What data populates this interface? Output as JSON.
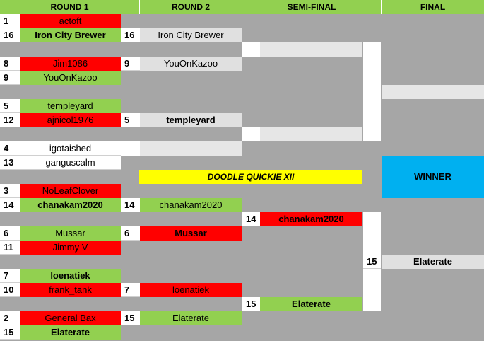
{
  "headers": {
    "round1": "ROUND 1",
    "round2": "ROUND 2",
    "semi": "SEMI-FINAL",
    "final": "FINAL"
  },
  "round1": [
    {
      "seed": "1",
      "name": "actoft"
    },
    {
      "seed": "16",
      "name": "Iron City Brewer"
    },
    {
      "seed": "8",
      "name": "Jim1086"
    },
    {
      "seed": "9",
      "name": "YouOnKazoo"
    },
    {
      "seed": "5",
      "name": "templeyard"
    },
    {
      "seed": "12",
      "name": "ajnicol1976"
    },
    {
      "seed": "4",
      "name": "igotaished"
    },
    {
      "seed": "13",
      "name": "ganguscalm"
    },
    {
      "seed": "3",
      "name": "NoLeafClover"
    },
    {
      "seed": "14",
      "name": "chanakam2020"
    },
    {
      "seed": "6",
      "name": "Mussar"
    },
    {
      "seed": "11",
      "name": "Jimmy V"
    },
    {
      "seed": "7",
      "name": "loenatiek"
    },
    {
      "seed": "10",
      "name": "frank_tank"
    },
    {
      "seed": "2",
      "name": "General Bax"
    },
    {
      "seed": "15",
      "name": "Elaterate"
    }
  ],
  "round2": [
    {
      "seed": "16",
      "name": "Iron City Brewer"
    },
    {
      "seed": "9",
      "name": "YouOnKazoo"
    },
    {
      "seed": "5",
      "name": "templeyard"
    },
    {
      "seed": "14",
      "name": "chanakam2020"
    },
    {
      "seed": "6",
      "name": "Mussar"
    },
    {
      "seed": "7",
      "name": "loenatiek"
    },
    {
      "seed": "15",
      "name": "Elaterate"
    }
  ],
  "semi": [
    {
      "seed": "14",
      "name": "chanakam2020"
    },
    {
      "seed": "15",
      "name": "Elaterate"
    }
  ],
  "final": [
    {
      "seed": "15",
      "name": "Elaterate"
    }
  ],
  "title": "DOODLE QUICKIE XII",
  "winner_label": "WINNER",
  "colors": {
    "header_green": "#92d050",
    "loser_red": "#ff0000",
    "winner_blue": "#00b0f0",
    "title_yellow": "#ffff00",
    "background_gray": "#a6a6a6"
  }
}
